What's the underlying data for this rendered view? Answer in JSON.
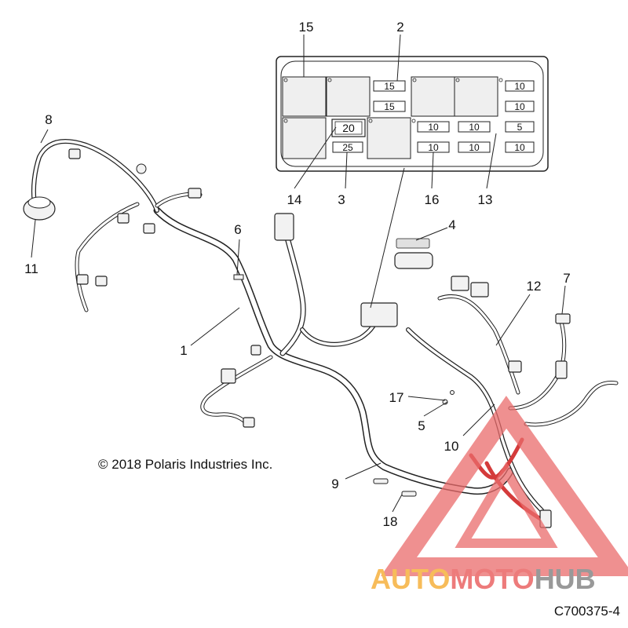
{
  "callouts": {
    "c1": "1",
    "c2": "2",
    "c3": "3",
    "c4": "4",
    "c5": "5",
    "c6": "6",
    "c7": "7",
    "c8": "8",
    "c9": "9",
    "c10": "10",
    "c11": "11",
    "c12": "12",
    "c13": "13",
    "c14": "14",
    "c15": "15",
    "c16": "16",
    "c17": "17",
    "c18": "18"
  },
  "fuse_box": {
    "fuses": {
      "f_15a": "15",
      "f_15b": "15",
      "f_20": "20",
      "f_25": "25",
      "f_10a": "10",
      "f_10b": "10",
      "f_10c": "10",
      "f_10d": "10",
      "f_10e": "10",
      "f_10f": "10",
      "f_5": "5",
      "f_10g": "10"
    }
  },
  "copyright": "© 2018 Polaris Industries Inc.",
  "diagram_code": "C700375-4",
  "watermark": {
    "part1": "AUTO",
    "part2": "MOTO",
    "part3": "HUB",
    "colors": {
      "orange": "#f5a623",
      "red": "#e8504f",
      "gray": "#777777"
    }
  }
}
